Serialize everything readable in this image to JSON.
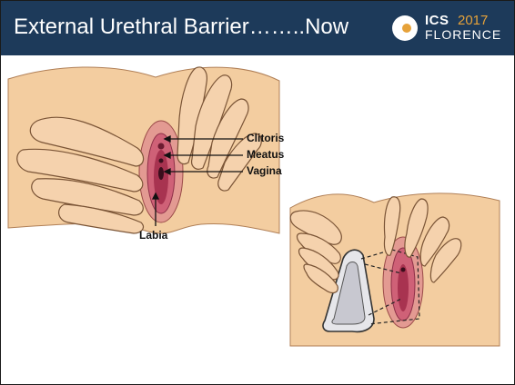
{
  "slide": {
    "title": "External Urethral Barrier……..Now"
  },
  "logo": {
    "ics": "ICS",
    "year": "2017",
    "city": "FLORENCE"
  },
  "figure": {
    "labels": {
      "clitoris": "Clitoris",
      "meatus": "Meatus",
      "vagina": "Vagina",
      "labia": "Labia"
    }
  },
  "colors": {
    "header_bg": "#1d3a5a",
    "title_text": "#ffffff",
    "logo_accent": "#e6a23a",
    "skin": "#f3cda0",
    "tissue": "#c9546b"
  }
}
